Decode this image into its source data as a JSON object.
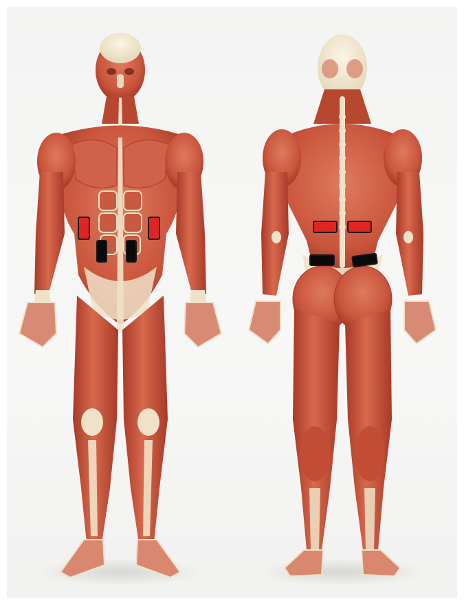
{
  "figure": {
    "views": [
      {
        "name": "front",
        "label": ""
      },
      {
        "name": "back",
        "label": ""
      }
    ],
    "colors": {
      "background": "#f5f5f4",
      "muscle": "#c9553c",
      "muscle_dark": "#a83a28",
      "muscle_light": "#df7a5e",
      "tendon": "#efe2c8",
      "electrode_red": "#e02424",
      "electrode_black": "#0a0a0a",
      "electrode_outline": "#1a1a1a"
    },
    "electrodes": {
      "front": [
        {
          "id": "front-red-left",
          "color": "red",
          "orientation": "vertical"
        },
        {
          "id": "front-red-right",
          "color": "red",
          "orientation": "vertical"
        },
        {
          "id": "front-black-left",
          "color": "black",
          "orientation": "vertical"
        },
        {
          "id": "front-black-right",
          "color": "black",
          "orientation": "vertical"
        }
      ],
      "back": [
        {
          "id": "back-red-left",
          "color": "red",
          "orientation": "horizontal"
        },
        {
          "id": "back-red-right",
          "color": "red",
          "orientation": "horizontal"
        },
        {
          "id": "back-black-left",
          "color": "black",
          "orientation": "horizontal"
        },
        {
          "id": "back-black-right",
          "color": "black",
          "orientation": "horizontal"
        }
      ]
    }
  }
}
